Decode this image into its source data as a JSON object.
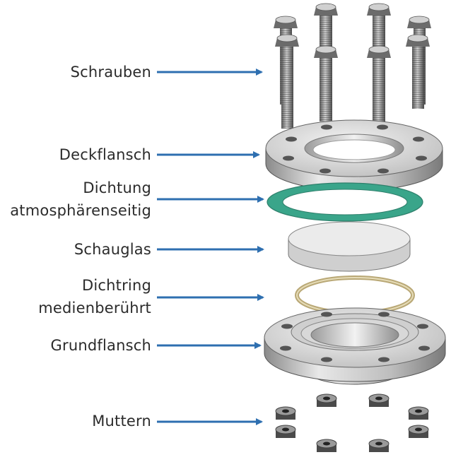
{
  "labels": {
    "schrauben": "Schrauben",
    "deckflansch": "Deckflansch",
    "dichtung_line1": "Dichtung",
    "dichtung_line2": "atmosphärenseitig",
    "schauglas": "Schauglas",
    "dichtring_line1": "Dichtring",
    "dichtring_line2": "medienberührt",
    "grundflansch": "Grundflansch",
    "muttern": "Muttern"
  },
  "colors": {
    "arrow": "#2e6fb0",
    "text": "#2b2b2b",
    "steel_light": "#e4e4e4",
    "steel_dark": "#7a7a7a",
    "gasket": "#3aa58a",
    "glass": "#d9d9d9",
    "ring": "#c8b98a"
  }
}
